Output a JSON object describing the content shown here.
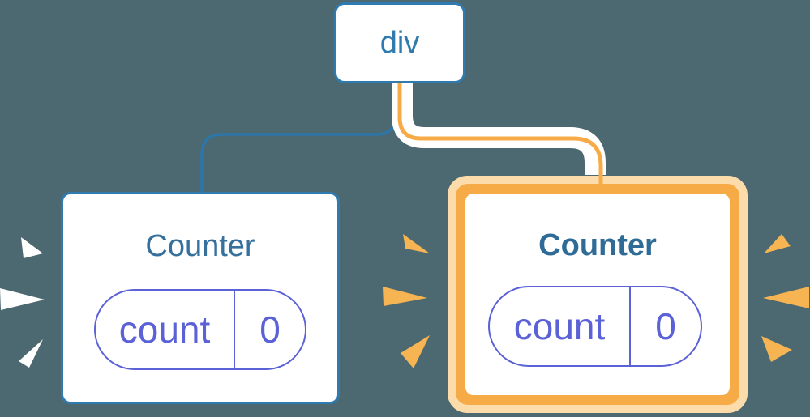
{
  "diagram": {
    "root": {
      "label": "div"
    },
    "children": [
      {
        "title": "Counter",
        "state": {
          "key": "count",
          "value": "0"
        },
        "highlighted": false
      },
      {
        "title": "Counter",
        "state": {
          "key": "count",
          "value": "0"
        },
        "highlighted": true
      }
    ]
  },
  "colors": {
    "background": "#4C6870",
    "card_background": "#FFFFFF",
    "blue_border": "#2F7BAF",
    "blue_line": "#2D76A9",
    "title_text": "#36719E",
    "title_text_bold": "#2E6B96",
    "indigo": "#5B61D6",
    "orange": "#F7AB47",
    "orange_light": "#FCDCAB",
    "spark_orange": "#F7B452",
    "spark_white": "#FFFFFF"
  }
}
